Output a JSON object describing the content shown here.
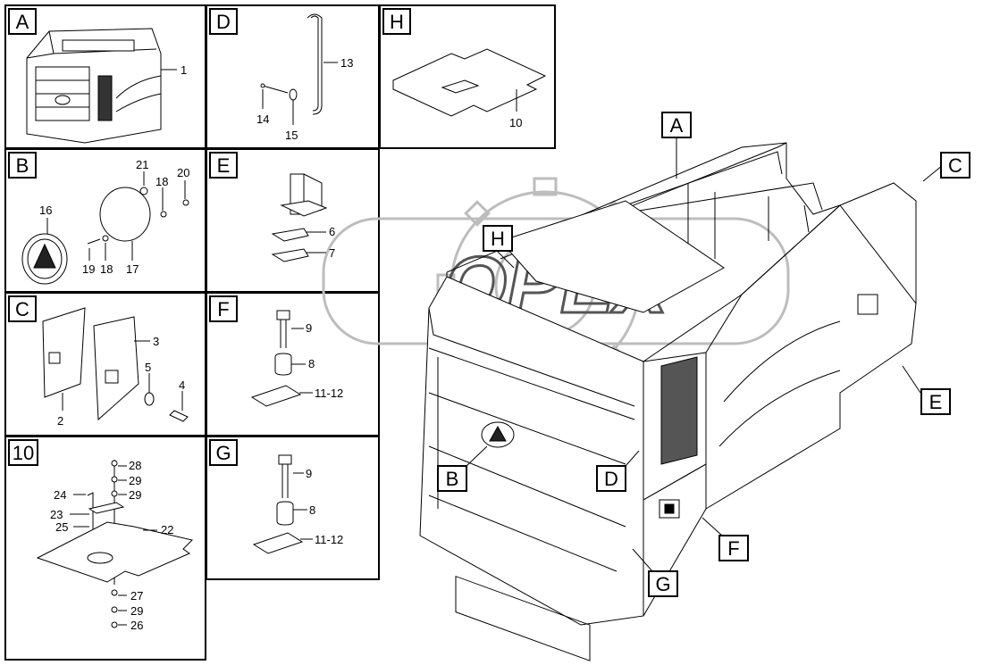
{
  "panels": {
    "A": {
      "letter": "A",
      "parts": [
        "1"
      ]
    },
    "B": {
      "letter": "B",
      "parts": [
        "21",
        "18",
        "20",
        "16",
        "19",
        "18",
        "17"
      ]
    },
    "C": {
      "letter": "C",
      "parts": [
        "3",
        "5",
        "4",
        "2"
      ]
    },
    "D": {
      "letter": "D",
      "parts": [
        "13",
        "14",
        "15"
      ]
    },
    "E": {
      "letter": "E",
      "parts": [
        "6",
        "7"
      ]
    },
    "F": {
      "letter": "F",
      "parts": [
        "9",
        "8",
        "11-12"
      ]
    },
    "G": {
      "letter": "G",
      "parts": [
        "9",
        "8",
        "11-12"
      ]
    },
    "H": {
      "letter": "H",
      "parts": [
        "10"
      ]
    },
    "P10": {
      "letter": "10",
      "parts": [
        "28",
        "29",
        "24",
        "29",
        "23",
        "25",
        "22",
        "27",
        "29",
        "26"
      ]
    }
  },
  "main_callouts": [
    "A",
    "B",
    "C",
    "D",
    "E",
    "F",
    "G",
    "H"
  ],
  "watermark": "OPEX",
  "colors": {
    "line": "#000000",
    "background": "#ffffff",
    "watermark": "#bdbdbd"
  }
}
